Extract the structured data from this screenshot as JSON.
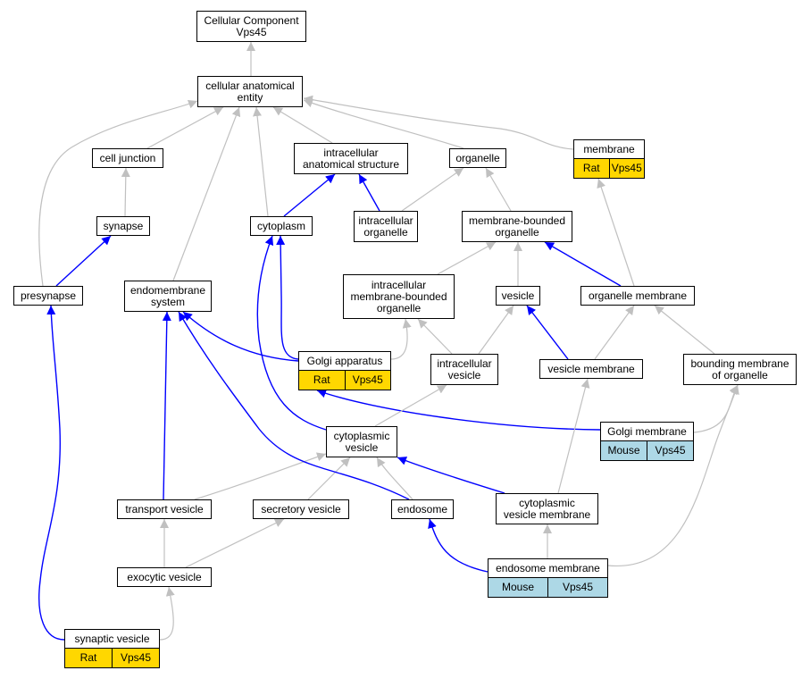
{
  "colors": {
    "gray_edge": "#c0c0c0",
    "blue_edge": "#0000ff",
    "rat": "#ffd700",
    "mouse": "#add8e6"
  },
  "nodes": [
    {
      "id": "root",
      "lines": [
        "Cellular Component",
        "Vps45"
      ]
    },
    {
      "id": "cae",
      "lines": [
        "cellular anatomical",
        "entity"
      ]
    },
    {
      "id": "cj",
      "lines": [
        "cell junction"
      ]
    },
    {
      "id": "ias",
      "lines": [
        "intracellular",
        "anatomical structure"
      ]
    },
    {
      "id": "org",
      "lines": [
        "organelle"
      ]
    },
    {
      "id": "mem",
      "lines": [
        "membrane"
      ],
      "tags": [
        "Rat",
        "Vps45"
      ],
      "tag_color": "rat"
    },
    {
      "id": "syn",
      "lines": [
        "synapse"
      ]
    },
    {
      "id": "cyt",
      "lines": [
        "cytoplasm"
      ]
    },
    {
      "id": "iorg",
      "lines": [
        "intracellular",
        "organelle"
      ]
    },
    {
      "id": "mbo",
      "lines": [
        "membrane-bounded",
        "organelle"
      ]
    },
    {
      "id": "pre",
      "lines": [
        "presynapse"
      ]
    },
    {
      "id": "ems",
      "lines": [
        "endomembrane",
        "system"
      ]
    },
    {
      "id": "imbo",
      "lines": [
        "intracellular",
        "membrane-bounded",
        "organelle"
      ]
    },
    {
      "id": "ves",
      "lines": [
        "vesicle"
      ]
    },
    {
      "id": "om",
      "lines": [
        "organelle membrane"
      ]
    },
    {
      "id": "golgi",
      "lines": [
        "Golgi apparatus"
      ],
      "tags": [
        "Rat",
        "Vps45"
      ],
      "tag_color": "rat"
    },
    {
      "id": "iv",
      "lines": [
        "intracellular",
        "vesicle"
      ]
    },
    {
      "id": "vm",
      "lines": [
        "vesicle membrane"
      ]
    },
    {
      "id": "bmo",
      "lines": [
        "bounding membrane",
        "of organelle"
      ]
    },
    {
      "id": "gm",
      "lines": [
        "Golgi membrane"
      ],
      "tags": [
        "Mouse",
        "Vps45"
      ],
      "tag_color": "mouse"
    },
    {
      "id": "cv",
      "lines": [
        "cytoplasmic",
        "vesicle"
      ]
    },
    {
      "id": "tv",
      "lines": [
        "transport vesicle"
      ]
    },
    {
      "id": "sv",
      "lines": [
        "secretory vesicle"
      ]
    },
    {
      "id": "endo",
      "lines": [
        "endosome"
      ]
    },
    {
      "id": "cvm",
      "lines": [
        "cytoplasmic",
        "vesicle membrane"
      ]
    },
    {
      "id": "ev",
      "lines": [
        "exocytic vesicle"
      ]
    },
    {
      "id": "em",
      "lines": [
        "endosome membrane"
      ],
      "tags": [
        "Mouse",
        "Vps45"
      ],
      "tag_color": "mouse"
    },
    {
      "id": "synv",
      "lines": [
        "synaptic vesicle"
      ],
      "tags": [
        "Rat",
        "Vps45"
      ],
      "tag_color": "rat"
    }
  ],
  "edges": [
    {
      "from": "cae",
      "to": "root",
      "kind": "gray"
    },
    {
      "from": "cj",
      "to": "cae",
      "kind": "gray"
    },
    {
      "from": "ias",
      "to": "cae",
      "kind": "gray"
    },
    {
      "from": "org",
      "to": "cae",
      "kind": "gray"
    },
    {
      "from": "mem",
      "to": "cae",
      "kind": "gray"
    },
    {
      "from": "pre",
      "to": "cae",
      "kind": "gray"
    },
    {
      "from": "ems",
      "to": "cae",
      "kind": "gray"
    },
    {
      "from": "cyt",
      "to": "cae",
      "kind": "gray"
    },
    {
      "from": "syn",
      "to": "cj",
      "kind": "gray"
    },
    {
      "from": "cyt",
      "to": "ias",
      "kind": "blue"
    },
    {
      "from": "iorg",
      "to": "ias",
      "kind": "blue"
    },
    {
      "from": "iorg",
      "to": "org",
      "kind": "gray"
    },
    {
      "from": "mbo",
      "to": "org",
      "kind": "gray"
    },
    {
      "from": "pre",
      "to": "syn",
      "kind": "blue"
    },
    {
      "from": "imbo",
      "to": "mbo",
      "kind": "gray"
    },
    {
      "from": "ves",
      "to": "mbo",
      "kind": "gray"
    },
    {
      "from": "om",
      "to": "mbo",
      "kind": "blue"
    },
    {
      "from": "om",
      "to": "mem",
      "kind": "gray"
    },
    {
      "from": "golgi",
      "to": "cyt",
      "kind": "blue"
    },
    {
      "from": "golgi",
      "to": "ems",
      "kind": "blue"
    },
    {
      "from": "golgi",
      "to": "imbo",
      "kind": "gray"
    },
    {
      "from": "iv",
      "to": "imbo",
      "kind": "gray"
    },
    {
      "from": "iv",
      "to": "ves",
      "kind": "gray"
    },
    {
      "from": "vm",
      "to": "ves",
      "kind": "blue"
    },
    {
      "from": "vm",
      "to": "om",
      "kind": "gray"
    },
    {
      "from": "bmo",
      "to": "om",
      "kind": "gray"
    },
    {
      "from": "gm",
      "to": "golgi",
      "kind": "blue"
    },
    {
      "from": "gm",
      "to": "bmo",
      "kind": "gray"
    },
    {
      "from": "cv",
      "to": "cyt",
      "kind": "blue"
    },
    {
      "from": "cv",
      "to": "iv",
      "kind": "gray"
    },
    {
      "from": "tv",
      "to": "cv",
      "kind": "gray"
    },
    {
      "from": "tv",
      "to": "ems",
      "kind": "blue"
    },
    {
      "from": "sv",
      "to": "cv",
      "kind": "gray"
    },
    {
      "from": "endo",
      "to": "cv",
      "kind": "gray"
    },
    {
      "from": "endo",
      "to": "ems",
      "kind": "blue"
    },
    {
      "from": "cvm",
      "to": "cv",
      "kind": "blue"
    },
    {
      "from": "cvm",
      "to": "vm",
      "kind": "gray"
    },
    {
      "from": "ev",
      "to": "tv",
      "kind": "gray"
    },
    {
      "from": "ev",
      "to": "sv",
      "kind": "gray"
    },
    {
      "from": "em",
      "to": "endo",
      "kind": "blue"
    },
    {
      "from": "em",
      "to": "cvm",
      "kind": "gray"
    },
    {
      "from": "em",
      "to": "bmo",
      "kind": "gray"
    },
    {
      "from": "synv",
      "to": "ev",
      "kind": "gray"
    },
    {
      "from": "synv",
      "to": "pre",
      "kind": "blue"
    }
  ]
}
